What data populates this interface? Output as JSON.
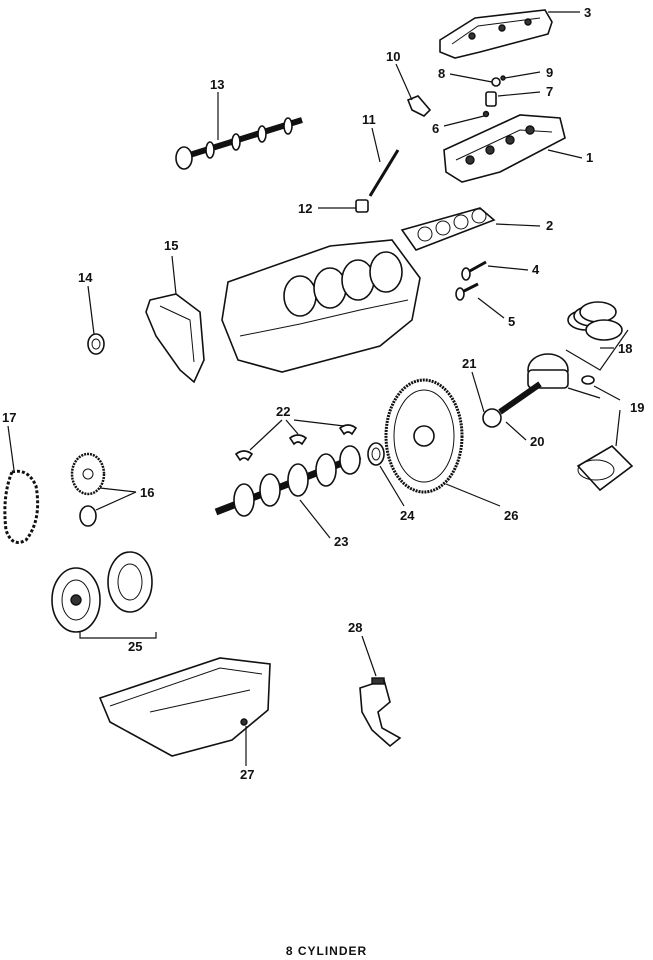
{
  "caption": "8 CYLINDER",
  "callouts": {
    "c1": "1",
    "c2": "2",
    "c3": "3",
    "c4": "4",
    "c5": "5",
    "c6": "6",
    "c7": "7",
    "c8": "8",
    "c9": "9",
    "c10": "10",
    "c11": "11",
    "c12": "12",
    "c13": "13",
    "c14": "14",
    "c15": "15",
    "c16": "16",
    "c17": "17",
    "c18": "18",
    "c19": "19",
    "c20": "20",
    "c21": "21",
    "c22": "22",
    "c23": "23",
    "c24": "24",
    "c25": "25",
    "c26": "26",
    "c27": "27",
    "c28": "28"
  }
}
